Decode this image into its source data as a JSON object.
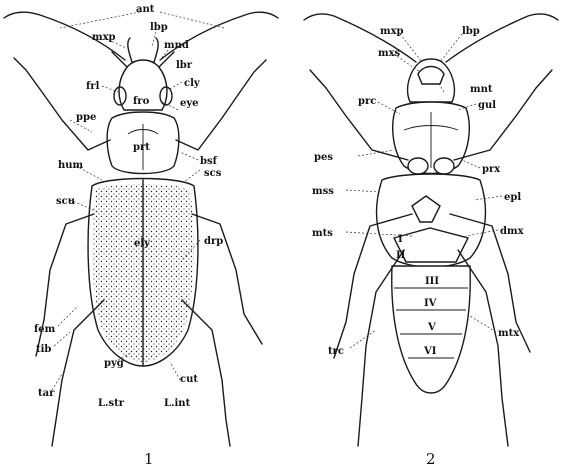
{
  "figures": [
    {
      "number": "1",
      "view": "dorsal",
      "labels": [
        "ant",
        "mxp",
        "lbp",
        "mnd",
        "lbr",
        "frl",
        "cly",
        "fro",
        "eye",
        "ppe",
        "prt",
        "hum",
        "bsf",
        "scu",
        "scs",
        "ely",
        "drp",
        "fem",
        "tib",
        "pyg",
        "cut",
        "tar",
        "L.str",
        "L.int"
      ]
    },
    {
      "number": "2",
      "view": "ventral",
      "labels": [
        "mxp",
        "lbp",
        "mxs",
        "mnt",
        "prc",
        "gul",
        "pes",
        "prx",
        "mss",
        "epl",
        "mts",
        "dmx",
        "trc",
        "mtx"
      ],
      "sternites": [
        "I",
        "II",
        "III",
        "IV",
        "V",
        "VI"
      ]
    }
  ]
}
